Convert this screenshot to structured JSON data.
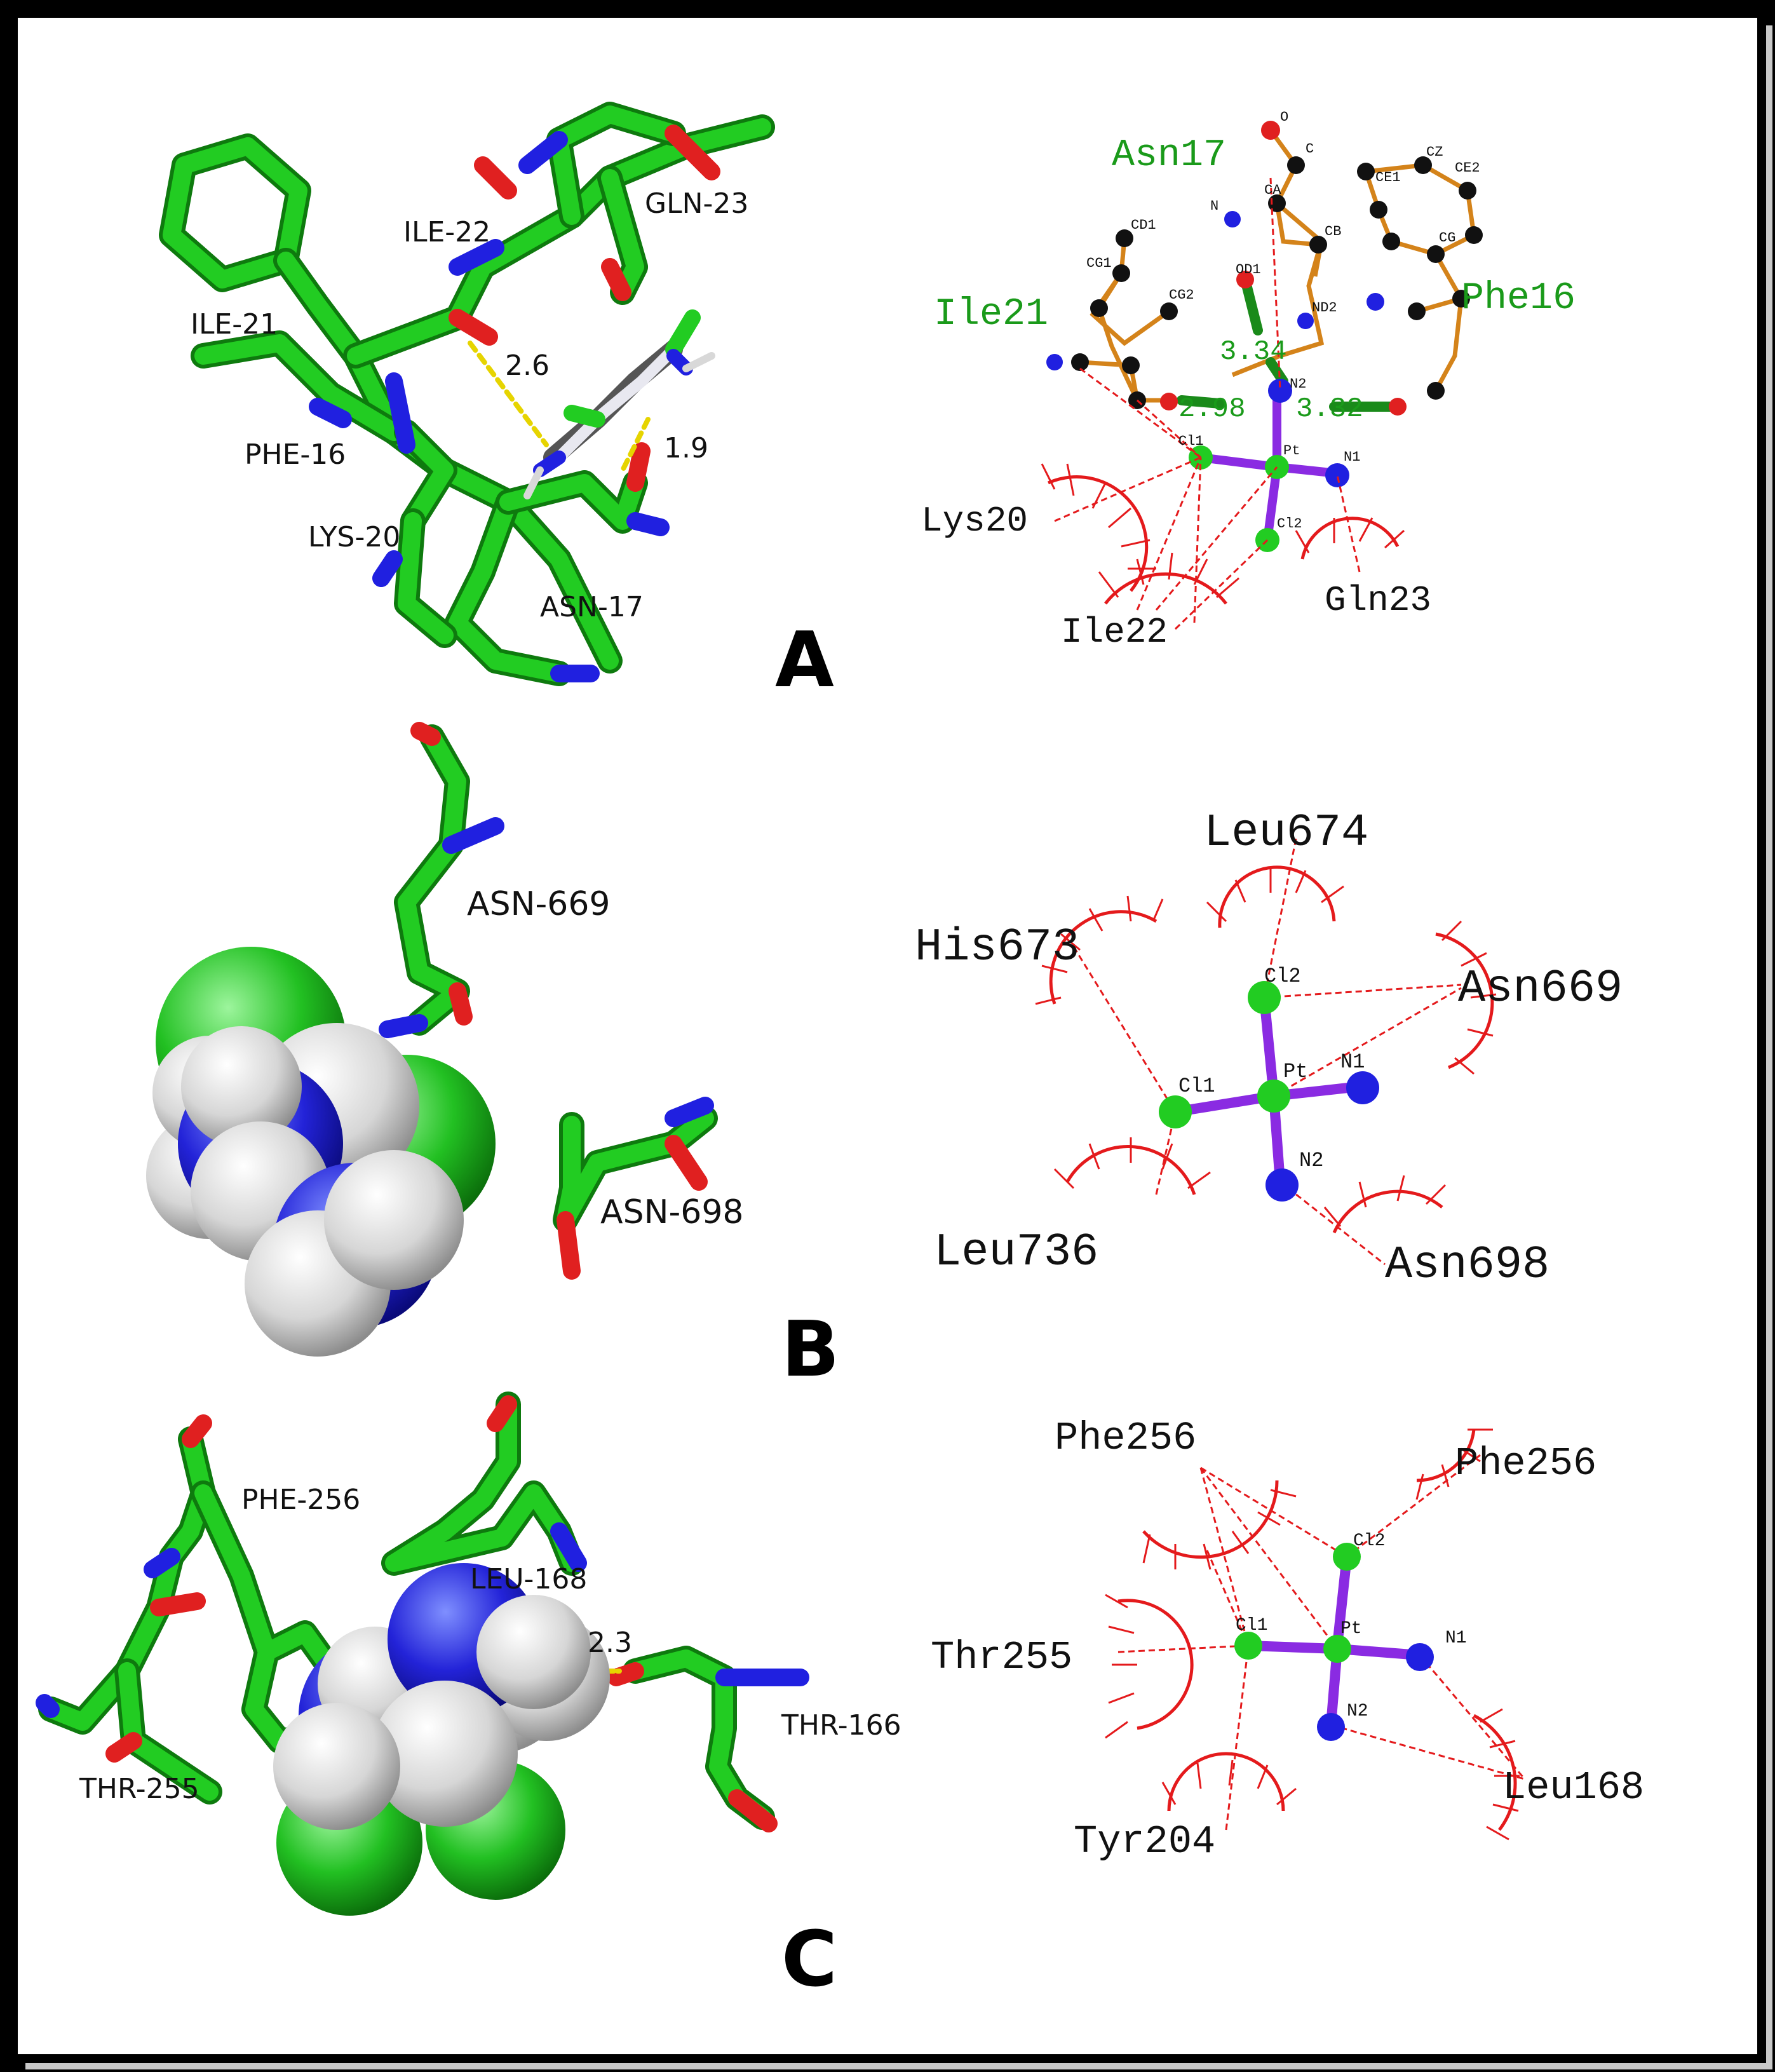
{
  "panels": {
    "A": {
      "letter": "A",
      "left": {
        "residues": [
          "ILE-22",
          "GLN-23",
          "ILE-21",
          "PHE-16",
          "LYS-20",
          "ASN-17"
        ],
        "distances": [
          "2.6",
          "1.9"
        ]
      },
      "right": {
        "residues_green": [
          "Asn17",
          "Ile21",
          "Phe16"
        ],
        "residues_black": [
          "Lys20",
          "Ile22",
          "Gln23"
        ],
        "distances": [
          "3.34",
          "2.98",
          "3.32"
        ],
        "atoms": [
          "O",
          "C",
          "N",
          "CA",
          "CB",
          "OD1",
          "ND2",
          "CD1",
          "CG1",
          "CG2",
          "CZ",
          "CE1",
          "CE2",
          "CG",
          "N2",
          "Pt",
          "Cl1",
          "Cl2",
          "N1"
        ]
      }
    },
    "B": {
      "letter": "B",
      "left": {
        "residues": [
          "ASN-669",
          "ASN-698"
        ]
      },
      "right": {
        "residues": [
          "Leu674",
          "His673",
          "Asn669",
          "Leu736",
          "Asn698"
        ],
        "atoms": [
          "Cl2",
          "Cl1",
          "Pt",
          "N1",
          "N2"
        ]
      }
    },
    "C": {
      "letter": "C",
      "left": {
        "residues": [
          "PHE-256",
          "LEU-168",
          "THR-255",
          "THR-166"
        ],
        "distances": [
          "2.3"
        ]
      },
      "right": {
        "residues": [
          "Phe256",
          "Phe256",
          "Thr255",
          "Tyr204",
          "Leu168"
        ],
        "atoms": [
          "Cl2",
          "Cl1",
          "Pt",
          "N1",
          "N2"
        ]
      }
    }
  },
  "colors": {
    "carbon_stick": "#22cc22",
    "nitrogen": "#2020e0",
    "oxygen": "#e02020",
    "hydrogen": "#d8d8d8",
    "chlorine": "#22bb22",
    "bond_orange": "#d4831a",
    "bond_purple": "#8a2be2",
    "hbond_green": "#1a8a1a",
    "contact_red": "#e41a1c",
    "hbond_yellow": "#e6d400",
    "label_green": "#1a9a1a"
  }
}
